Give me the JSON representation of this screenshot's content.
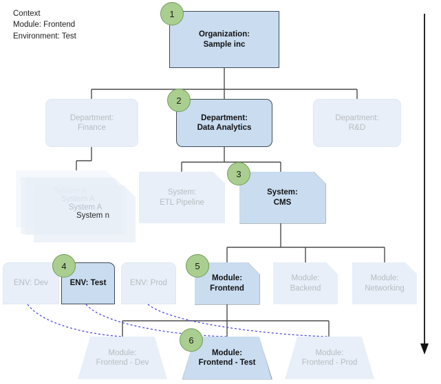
{
  "context": {
    "label": "context-note",
    "text": "Context\nModule: Frontend\nEnvironment: Test"
  },
  "colors": {
    "active_fill": "#c9dcf0",
    "active_stroke": "#3f4a54",
    "faded_fill": "#e8eff8",
    "faded_stroke": "#dfe8f3",
    "faded_text": "#b9bcc0",
    "badge_fill": "#aace90",
    "badge_stroke": "#6d9e59",
    "edge_stroke": "#4a4a4a",
    "dashed_edge": "#4444dd"
  },
  "levels": [
    {
      "name": "organization",
      "nodes": [
        {
          "id": "org-sample-inc",
          "text": "Organization:\nSample inc",
          "state": "active",
          "badge": "1"
        }
      ]
    },
    {
      "name": "department",
      "nodes": [
        {
          "id": "dept-finance",
          "text": "Department:\nFinance",
          "state": "faded",
          "badge": null
        },
        {
          "id": "dept-data-analytics",
          "text": "Department:\nData Analytics",
          "state": "active",
          "badge": "2"
        },
        {
          "id": "dept-rnd",
          "text": "Department:\nR&D",
          "state": "faded",
          "badge": null
        }
      ]
    },
    {
      "name": "system",
      "nodes": [
        {
          "id": "system-stack",
          "text": "System A",
          "stack_labels": [
            "System A",
            "System A",
            "System A",
            "System n"
          ],
          "state": "faded",
          "badge": null
        },
        {
          "id": "system-etl-pipeline",
          "text": "System:\nETL Pipeline",
          "state": "faded",
          "badge": null
        },
        {
          "id": "system-cms",
          "text": "System:\nCMS",
          "state": "active",
          "badge": "3"
        }
      ]
    },
    {
      "name": "environment",
      "nodes": [
        {
          "id": "env-dev",
          "text": "ENV: Dev",
          "state": "faded",
          "badge": null
        },
        {
          "id": "env-test",
          "text": "ENV: Test",
          "state": "active",
          "badge": "4"
        },
        {
          "id": "env-prod",
          "text": "ENV: Prod",
          "state": "faded",
          "badge": null
        }
      ]
    },
    {
      "name": "module",
      "nodes": [
        {
          "id": "module-frontend",
          "text": "Module:\nFrontend",
          "state": "active",
          "badge": "5"
        },
        {
          "id": "module-backend",
          "text": "Module:\nBackend",
          "state": "faded",
          "badge": null
        },
        {
          "id": "module-networking",
          "text": "Module:\nNetworking",
          "state": "faded",
          "badge": null
        }
      ]
    },
    {
      "name": "module-instance",
      "nodes": [
        {
          "id": "module-frontend-dev",
          "text": "Module:\nFrontend - Dev",
          "state": "faded",
          "badge": null
        },
        {
          "id": "module-frontend-test",
          "text": "Module:\nFrontend - Test",
          "state": "active",
          "badge": "6"
        },
        {
          "id": "module-frontend-prod",
          "text": "Module:\nFrontend - Prod",
          "state": "faded",
          "badge": null
        }
      ]
    }
  ],
  "flow_arrow": {
    "name": "hierarchy-depth-arrow",
    "direction": "down"
  }
}
